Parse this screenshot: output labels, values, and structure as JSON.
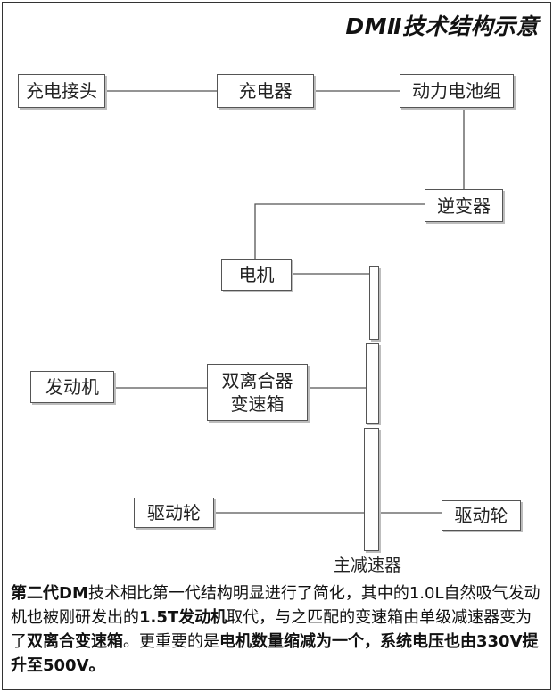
{
  "title": "DMⅡ技术结构示意",
  "nodes": {
    "charging_port": "充电接头",
    "charger": "充电器",
    "battery_pack": "动力电池组",
    "inverter": "逆变器",
    "motor": "电机",
    "engine": "发动机",
    "dct_line1": "双离合器",
    "dct_line2": "变速箱",
    "drive_wheel_left": "驱动轮",
    "drive_wheel_right": "驱动轮",
    "main_reducer": "主减速器"
  },
  "caption": {
    "p1": "第二代DM",
    "p2": "技术相比第一代结构明显进行了简化，其中的1.0L自然吸气发动机也被刚研发出的",
    "p3": "1.5T发动机",
    "p4": "取代，与之匹配的变速箱由单级减速器变为了",
    "p5": "双离合变速箱",
    "p6": "。更重要的是",
    "p7": "电机数量缩减为一个，系统电压也由330V提升至500V。"
  },
  "colors": {
    "line": "#555555",
    "box_border": "#555555",
    "shadow": "#bdbdbd",
    "text": "#1a1a1a"
  }
}
